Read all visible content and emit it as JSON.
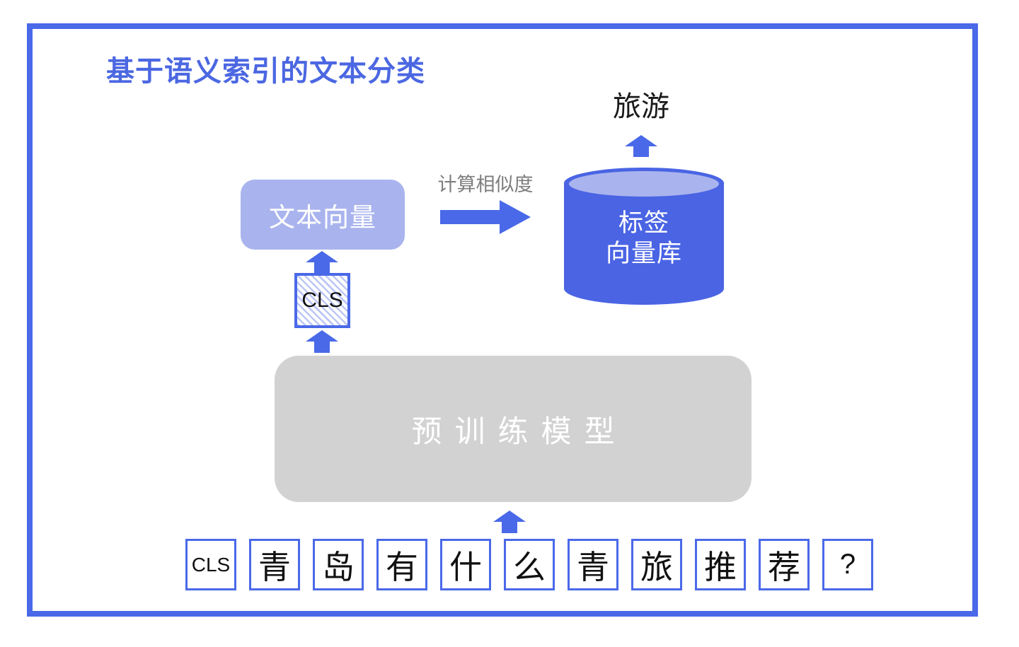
{
  "colors": {
    "accent": "#4a69e8",
    "accent_deep": "#4a64e4",
    "light_fill": "#a9b4ee",
    "gray_box": "#d2d2d2",
    "label_gray": "#7d7d7d",
    "title_blue": "#4b67e2"
  },
  "title": "基于语义索引的文本分类",
  "diagram": {
    "text_vector_label": "文本向量",
    "similarity_label": "计算相似度",
    "label_store_line1": "标签",
    "label_store_line2": "向量库",
    "output_label": "旅游",
    "cls_label": "CLS",
    "model_label": "预训练模型",
    "tokens": [
      "CLS",
      "青",
      "岛",
      "有",
      "什",
      "么",
      "青",
      "旅",
      "推",
      "荐",
      "?"
    ]
  }
}
